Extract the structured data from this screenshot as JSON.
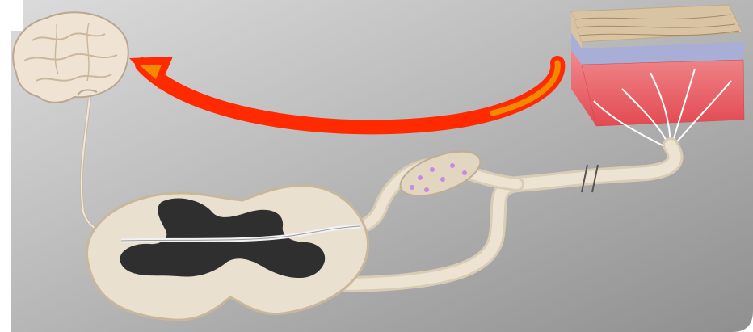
{
  "figure": {
    "elements": [
      "brain",
      "skin-block",
      "spinal-cord-section",
      "nerve-fiber",
      "dorsal-root-ganglion",
      "ascending-arrow"
    ]
  },
  "colors": {
    "background_light": "#d6d6d6",
    "background_dark": "#9a9a9a",
    "brain": "#efe4d3",
    "brain_outline": "#b9a78f",
    "spinal_white_matter": "#eae0cf",
    "spinal_grey_matter": "#2f2f2f",
    "nerve": "#e9dfcd",
    "skin_top": "#d8c4a2",
    "skin_blue_layer": "#a8aed6",
    "skin_red_layer": "#e8555b",
    "arrow_red": "#ff2a00",
    "arrow_orange": "#f28a00",
    "ganglion_dots": "#c58ae8"
  }
}
